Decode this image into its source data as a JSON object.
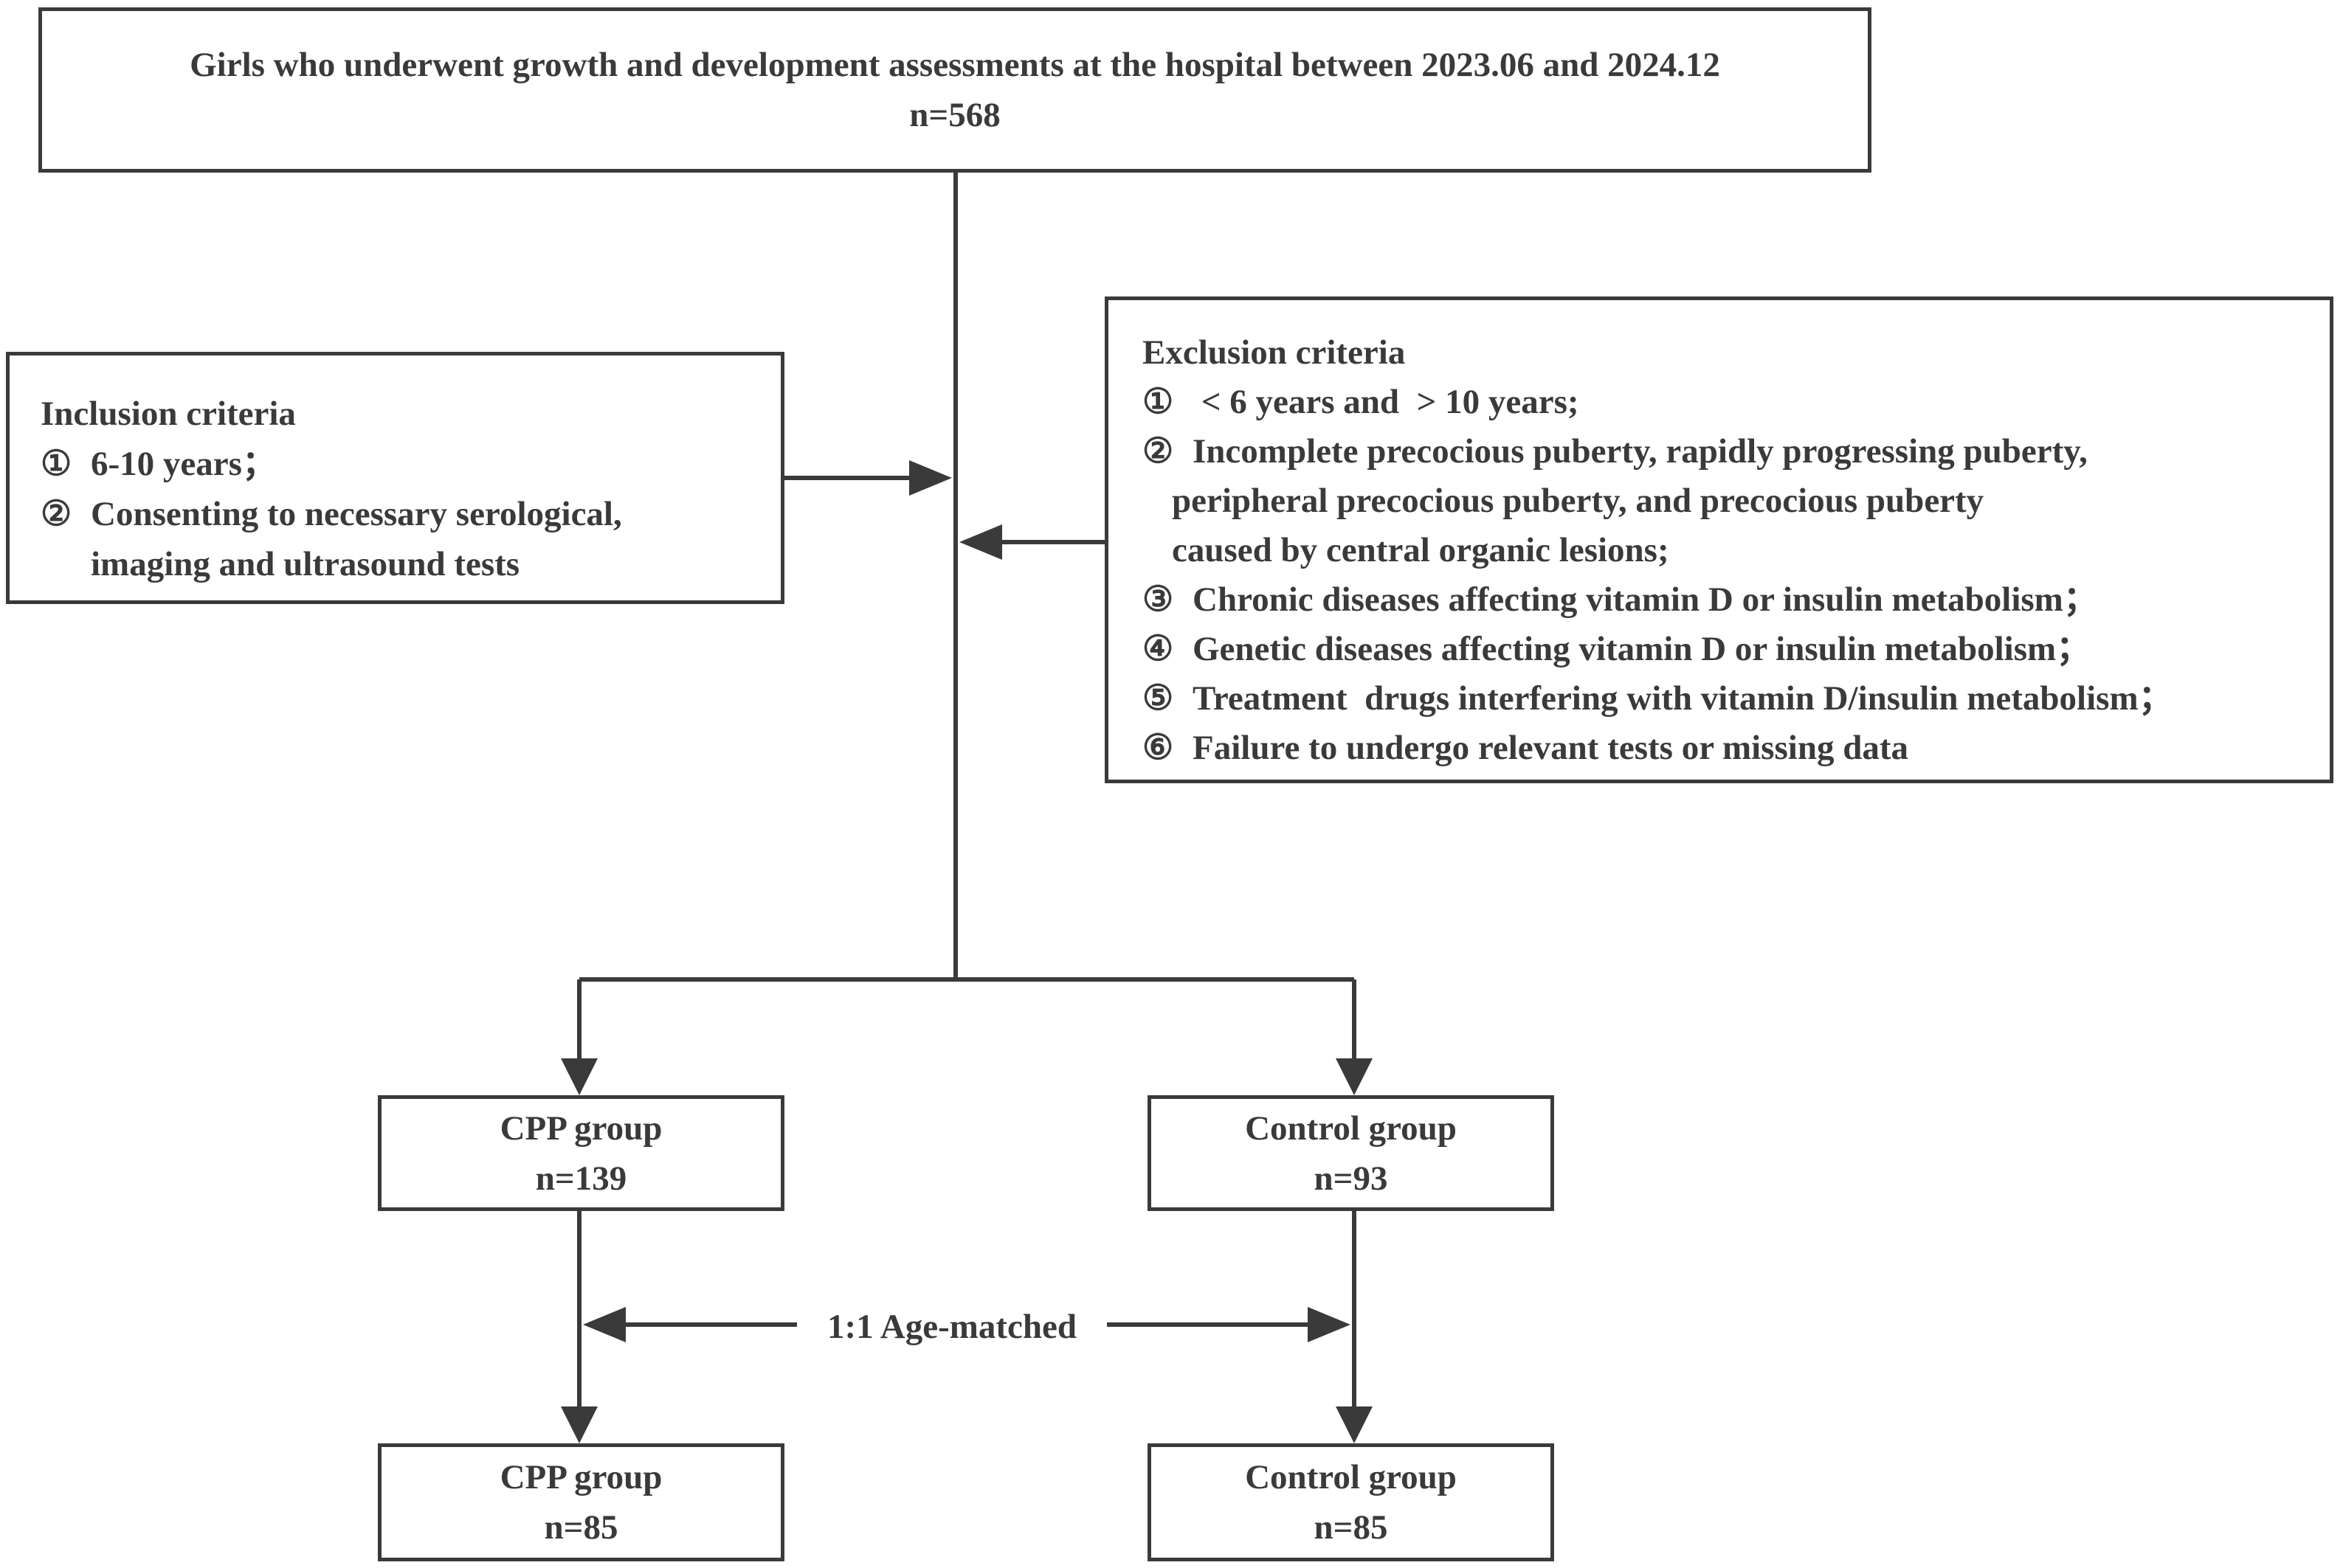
{
  "top_box": {
    "line1": "Girls who underwent growth and development assessments at the hospital between  2023.06 and 2024.12",
    "line2": "n=568"
  },
  "inclusion": {
    "title": "Inclusion criteria",
    "items": [
      {
        "num": "①",
        "text": "6-10 years；"
      },
      {
        "num": "②",
        "text": "Consenting to necessary serological,",
        "continuation": "imaging and ultrasound tests"
      }
    ]
  },
  "exclusion": {
    "title": "Exclusion criteria",
    "items": [
      {
        "num": "①",
        "text": " < 6 years and  > 10 years;"
      },
      {
        "num": "②",
        "text": "Incomplete precocious puberty, rapidly progressing puberty,",
        "continuation1": "peripheral precocious puberty, and precocious puberty",
        "continuation2": "caused by central organic lesions;"
      },
      {
        "num": "③",
        "text": "Chronic diseases affecting vitamin D or insulin metabolism；"
      },
      {
        "num": "④",
        "text": "Genetic diseases affecting vitamin D or insulin metabolism；"
      },
      {
        "num": "⑤",
        "text": "Treatment  drugs interfering with vitamin D/insulin metabolism；"
      },
      {
        "num": "⑥",
        "text": "Failure to undergo relevant tests or missing data"
      }
    ]
  },
  "groups_stage1": {
    "cpp": {
      "label": "CPP group",
      "n": "n=139"
    },
    "control": {
      "label": "Control group",
      "n": "n=93"
    }
  },
  "match_label": "1:1 Age-matched",
  "groups_stage2": {
    "cpp": {
      "label": "CPP group",
      "n": "n=85"
    },
    "control": {
      "label": "Control group",
      "n": "n=85"
    }
  },
  "colors": {
    "line": "#3a3a3a",
    "text": "#3a3a3a",
    "background": "#ffffff"
  }
}
